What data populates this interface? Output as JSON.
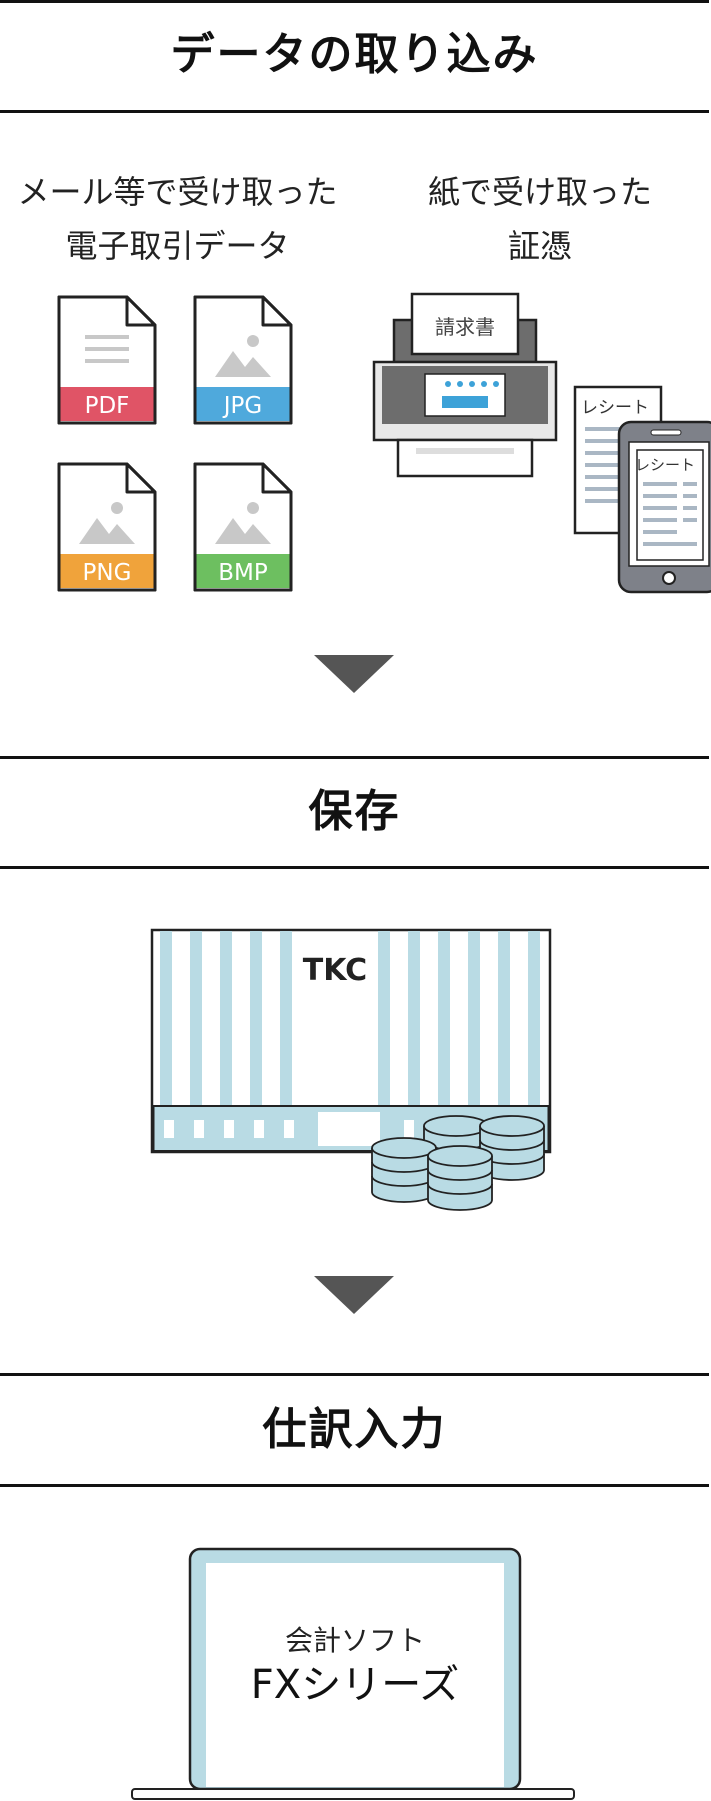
{
  "sections": {
    "import": {
      "title": "データの取り込み"
    },
    "storage": {
      "title": "保存"
    },
    "entry": {
      "title": "仕訳入力"
    }
  },
  "import": {
    "electronic_label_line1": "メール等で受け取った",
    "electronic_label_line2": "電子取引データ",
    "paper_label_line1": "紙で受け取った",
    "paper_label_line2": "証憑",
    "file_types": [
      "PDF",
      "JPG",
      "PNG",
      "BMP"
    ],
    "scanner_document": "請求書",
    "receipt_label": "レシート",
    "phone_receipt_label": "レシート"
  },
  "storage": {
    "server_brand": "TKC"
  },
  "entry": {
    "software_line1": "会計ソフト",
    "software_line2": "FXシリーズ"
  },
  "colors": {
    "pdf": "#e05466",
    "jpg": "#4fa9dc",
    "png": "#f0a33b",
    "bmp": "#6dbf60",
    "light_blue": "#b9dbe4",
    "arrow": "#555555"
  }
}
